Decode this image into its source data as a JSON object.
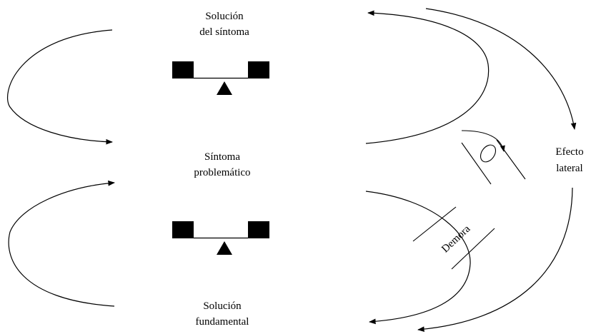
{
  "labels": {
    "symptom_solution": [
      "Solución",
      "del síntoma"
    ],
    "problem_symptom": [
      "Síntoma",
      "problemático"
    ],
    "fundamental_solution": [
      "Solución",
      "fundamental"
    ],
    "side_effect": [
      "Efecto",
      "lateral"
    ],
    "delay": "Demora"
  },
  "icons": {
    "balance": "balance-icon",
    "delay": "delay-marker-icon",
    "loop_b": "b-loop-icon"
  },
  "colors": {
    "ink": "#000000",
    "background": "#ffffff"
  }
}
